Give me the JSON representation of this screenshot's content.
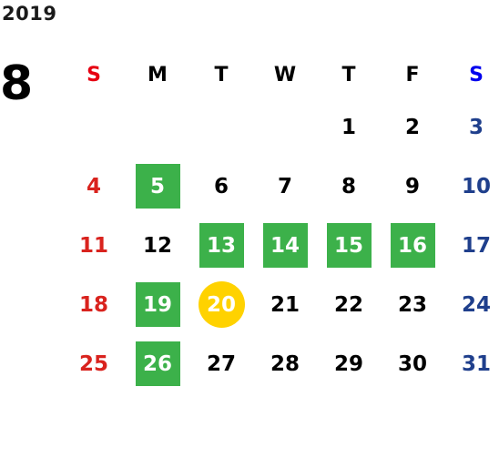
{
  "calendar": {
    "year": "2019",
    "month": "8",
    "weekdays": [
      "S",
      "M",
      "T",
      "W",
      "T",
      "F",
      "S"
    ],
    "weeks": [
      [
        "",
        "",
        "",
        "",
        "1",
        "2",
        "3"
      ],
      [
        "4",
        "5",
        "6",
        "7",
        "8",
        "9",
        "10"
      ],
      [
        "11",
        "12",
        "13",
        "14",
        "15",
        "16",
        "17"
      ],
      [
        "18",
        "19",
        "20",
        "21",
        "22",
        "23",
        "24"
      ],
      [
        "25",
        "26",
        "27",
        "28",
        "29",
        "30",
        "31"
      ]
    ],
    "highlighted_days": [
      "5",
      "13",
      "14",
      "15",
      "16",
      "19",
      "26"
    ],
    "today": "20"
  },
  "colors": {
    "highlight": "#3cb14a",
    "today": "#ffd200",
    "sunday": "#d9231e",
    "saturday": "#1f3f8c"
  }
}
